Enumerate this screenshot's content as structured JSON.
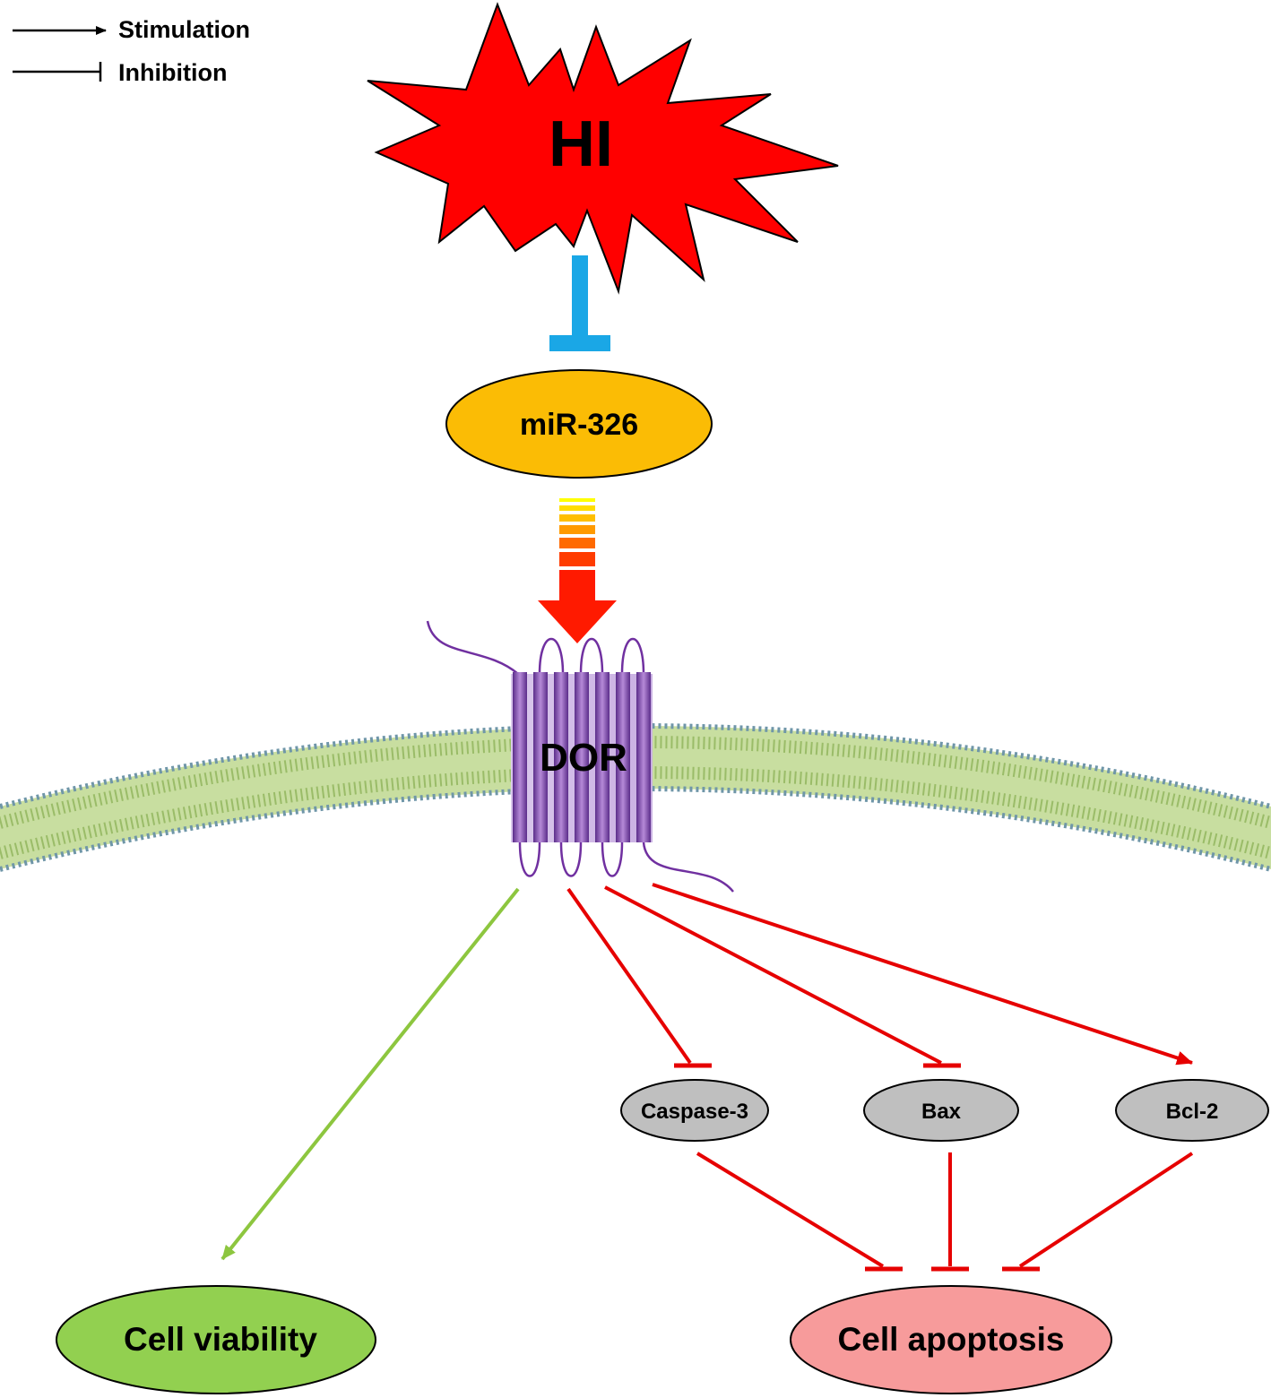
{
  "legend": {
    "stimulation": "Stimulation",
    "inhibition": "Inhibition"
  },
  "nodes": {
    "hi": "HI",
    "mirna": "miR-326",
    "receptor": "DOR",
    "caspase3": "Caspase-3",
    "bax": "Bax",
    "bcl2": "Bcl-2",
    "viability": "Cell viability",
    "apoptosis": "Cell apoptosis"
  },
  "colors": {
    "hi_burst": "#ff0000",
    "inhibition_blue": "#1aa7e6",
    "mirna_fill": "#fbbc05",
    "receptor_purple": "#8a55b5",
    "membrane_green": "#b9d48a",
    "membrane_head": "#6f96a8",
    "viability_fill": "#92d050",
    "viability_arrow": "#8dc63f",
    "apoptosis_fill": "#f79b9b",
    "protein_gray": "#bfbfbf",
    "red_edges": "#e60000"
  },
  "edges": [
    {
      "from": "HI",
      "to": "miR-326",
      "type": "inhibition"
    },
    {
      "from": "miR-326",
      "to": "DOR",
      "type": "stimulation"
    },
    {
      "from": "DOR",
      "to": "Cell viability",
      "type": "stimulation"
    },
    {
      "from": "DOR",
      "to": "Caspase-3",
      "type": "inhibition"
    },
    {
      "from": "DOR",
      "to": "Bax",
      "type": "inhibition"
    },
    {
      "from": "DOR",
      "to": "Bcl-2",
      "type": "stimulation"
    },
    {
      "from": "Caspase-3",
      "to": "Cell apoptosis",
      "type": "inhibition"
    },
    {
      "from": "Bax",
      "to": "Cell apoptosis",
      "type": "inhibition"
    },
    {
      "from": "Bcl-2",
      "to": "Cell apoptosis",
      "type": "inhibition"
    }
  ]
}
